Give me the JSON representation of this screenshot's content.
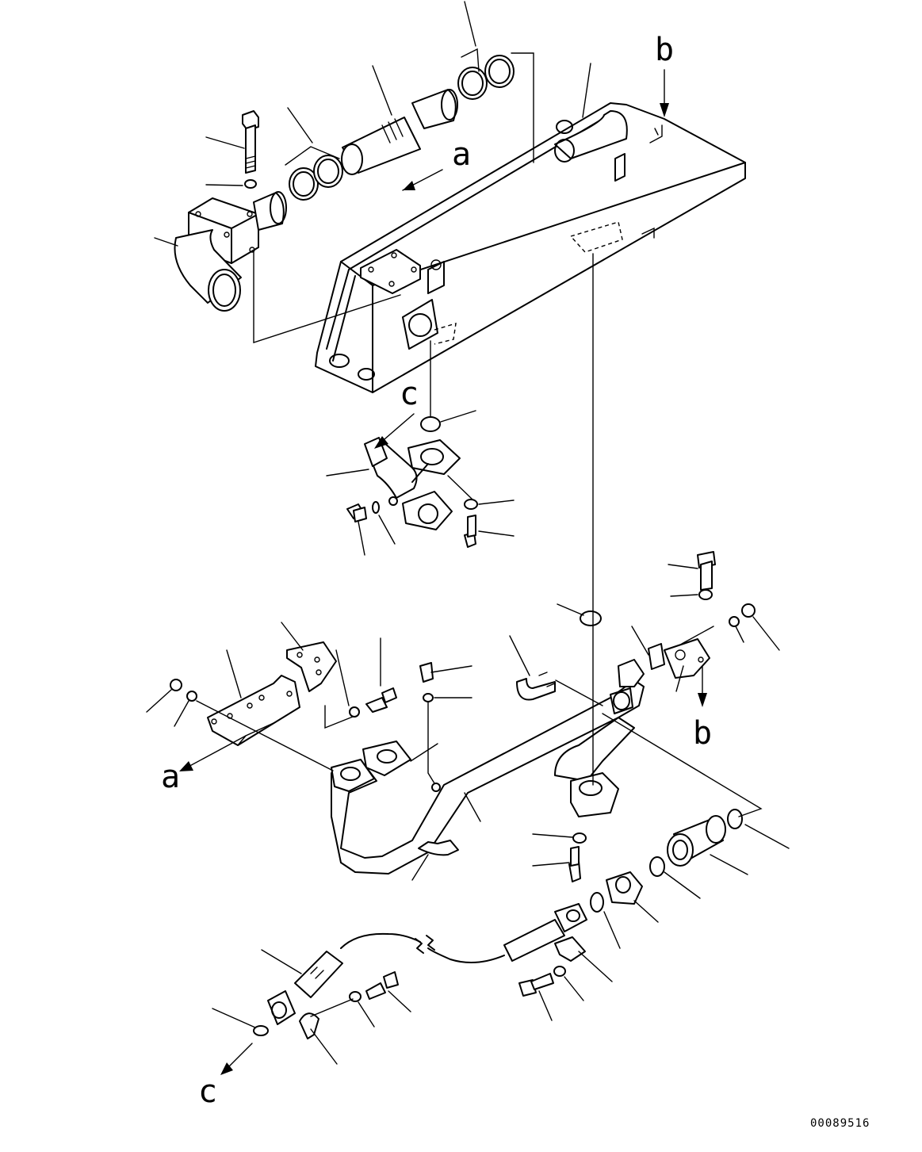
{
  "view_labels": {
    "a_upper": "a",
    "a_lower": "a",
    "b_upper": "b",
    "b_lower": "b",
    "c_upper": "c",
    "c_lower": "c"
  },
  "drawing_number": "00089516",
  "colors": {
    "line": "#000000",
    "background": "#ffffff"
  }
}
